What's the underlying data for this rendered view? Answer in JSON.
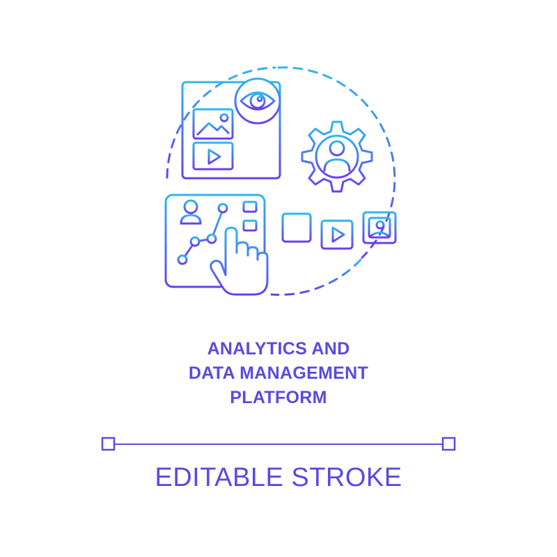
{
  "title_lines": [
    "ANALYTICS AND",
    "DATA MANAGEMENT",
    "PLATFORM"
  ],
  "subtitle": "EDITABLE STROKE",
  "colors": {
    "gradient_top": "#2fb6ee",
    "gradient_bottom": "#6a3ff0",
    "text": "#5a4ae0",
    "background": "#ffffff"
  },
  "icons": [
    "browser-window-icon",
    "eye-icon",
    "image-icon",
    "video-play-icon",
    "gear-icon",
    "user-icon",
    "document-icon",
    "chart-board-icon",
    "hand-pointer-icon",
    "dashed-circle-decoration"
  ]
}
